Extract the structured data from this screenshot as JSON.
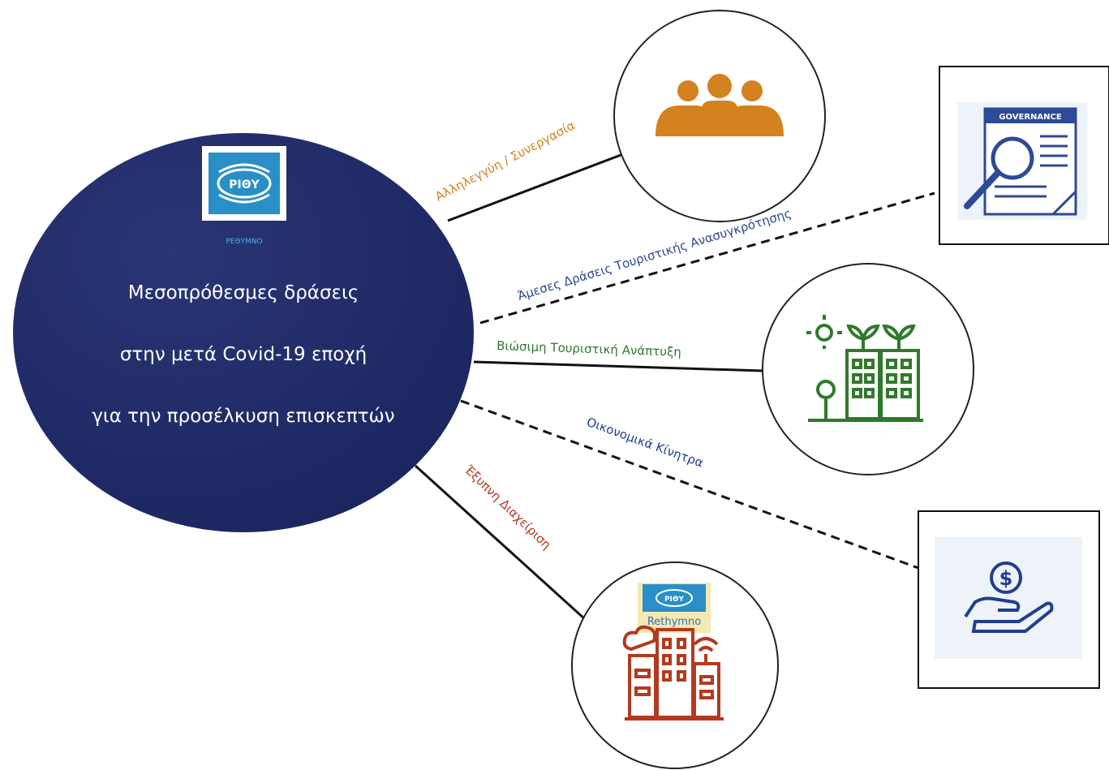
{
  "colors": {
    "centre_fill": "#1b255f",
    "solidarity": "#d4811f",
    "governance": "#2d4a96",
    "sustainable": "#2f7a2a",
    "incentives": "#1f3f8c",
    "smart": "#b23a1f",
    "logo_blue": "#2a8fc7"
  },
  "centre": {
    "logo_text": "ΡΙΘΥ",
    "logo_caption": "ΡΕΘΥΜΝΟ",
    "lines": [
      "Μεσοπρόθεσμες δράσεις",
      "στην μετά Covid-19 εποχή",
      "για την προσέλκυση επισκεπτών"
    ]
  },
  "branches": {
    "solidarity": {
      "label": "Αλληλεγγύη / Συνεργασία",
      "icon": "people-group-icon",
      "line_style": "solid"
    },
    "governance": {
      "label": "Άμεσες Δράσεις Τουριστικής Ανασυγκρότησης",
      "icon": "governance-document-icon",
      "icon_text": "GOVERNANCE",
      "line_style": "dashed"
    },
    "sustainable": {
      "label": "Βιώσιμη Τουριστική Ανάπτυξη",
      "icon": "green-building-icon",
      "line_style": "solid"
    },
    "incentives": {
      "label": "Οικονομικά Κίνητρα",
      "icon": "money-hand-icon",
      "icon_text": "$",
      "line_style": "dashed"
    },
    "smart": {
      "label": "Έξυπνη Διαχείριση",
      "icon": "smart-city-icon",
      "logo_text": "ΡΙΘΥ",
      "logo_caption": "Rethymno",
      "line_style": "solid"
    }
  }
}
